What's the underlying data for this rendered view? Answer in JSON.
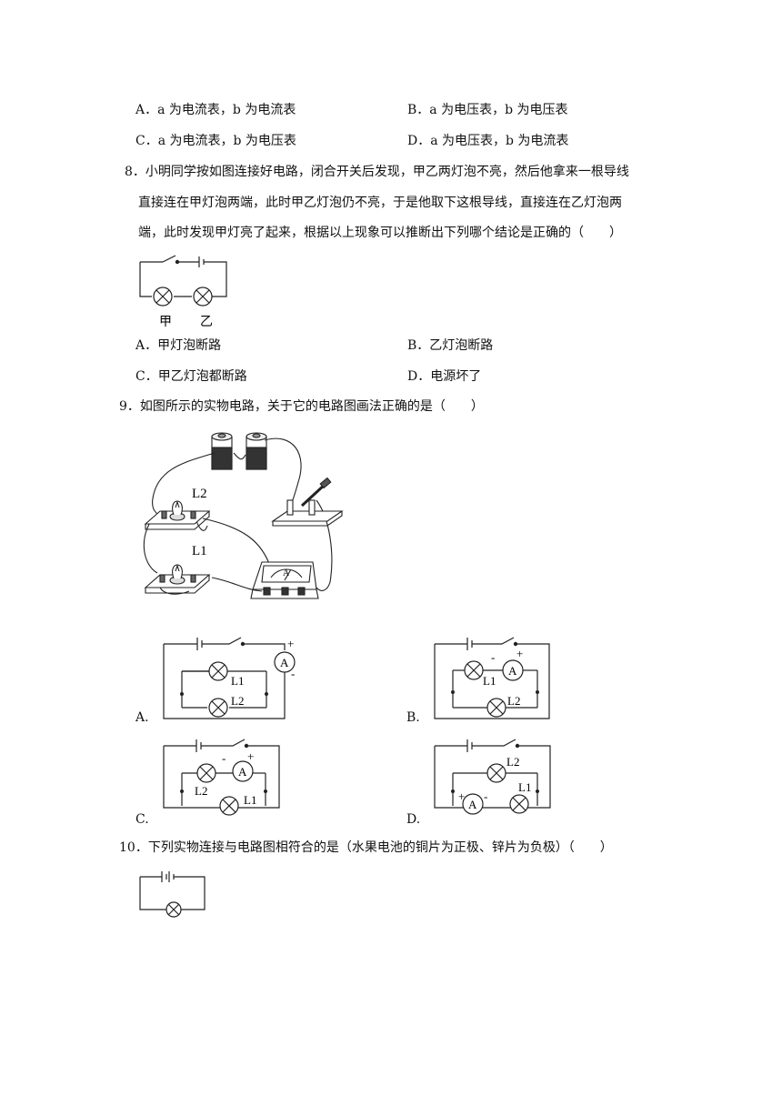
{
  "q7": {
    "opt_a": "A．a 为电流表，b 为电流表",
    "opt_b": "B．a 为电压表，b 为电压表",
    "opt_c": "C．a 为电流表，b 为电压表",
    "opt_d": "D．a 为电压表，b 为电流表"
  },
  "q8": {
    "line1": "8．小明同学按如图连接好电路，闭合开关后发现，甲乙两灯泡不亮，然后他拿来一根导线",
    "line2": "直接连在甲灯泡两端，此时甲乙灯泡仍不亮，于是他取下这根导线，直接连在乙灯泡两",
    "line3": "端，此时发现甲灯亮了起来，根据以上现象可以推断出下列哪个结论是正确的（　　）",
    "fig_label_jia": "甲",
    "fig_label_yi": "乙",
    "opt_a": "A．甲灯泡断路",
    "opt_b": "B．乙灯泡断路",
    "opt_c": "C．甲乙灯泡都断路",
    "opt_d": "D．电源坏了"
  },
  "q9": {
    "stem": "9．如图所示的实物电路，关于它的电路图画法正确的是（　　）",
    "lamp_l2": "L2",
    "lamp_l1": "L1",
    "meter_symbol": "A",
    "opt_a": "A.",
    "opt_b": "B.",
    "opt_c": "C.",
    "opt_d": "D.",
    "plus": "+",
    "minus": "-"
  },
  "q10": {
    "stem": "10．下列实物连接与电路图相符合的是（水果电池的铜片为正极、锌片为负极）（　　）"
  }
}
